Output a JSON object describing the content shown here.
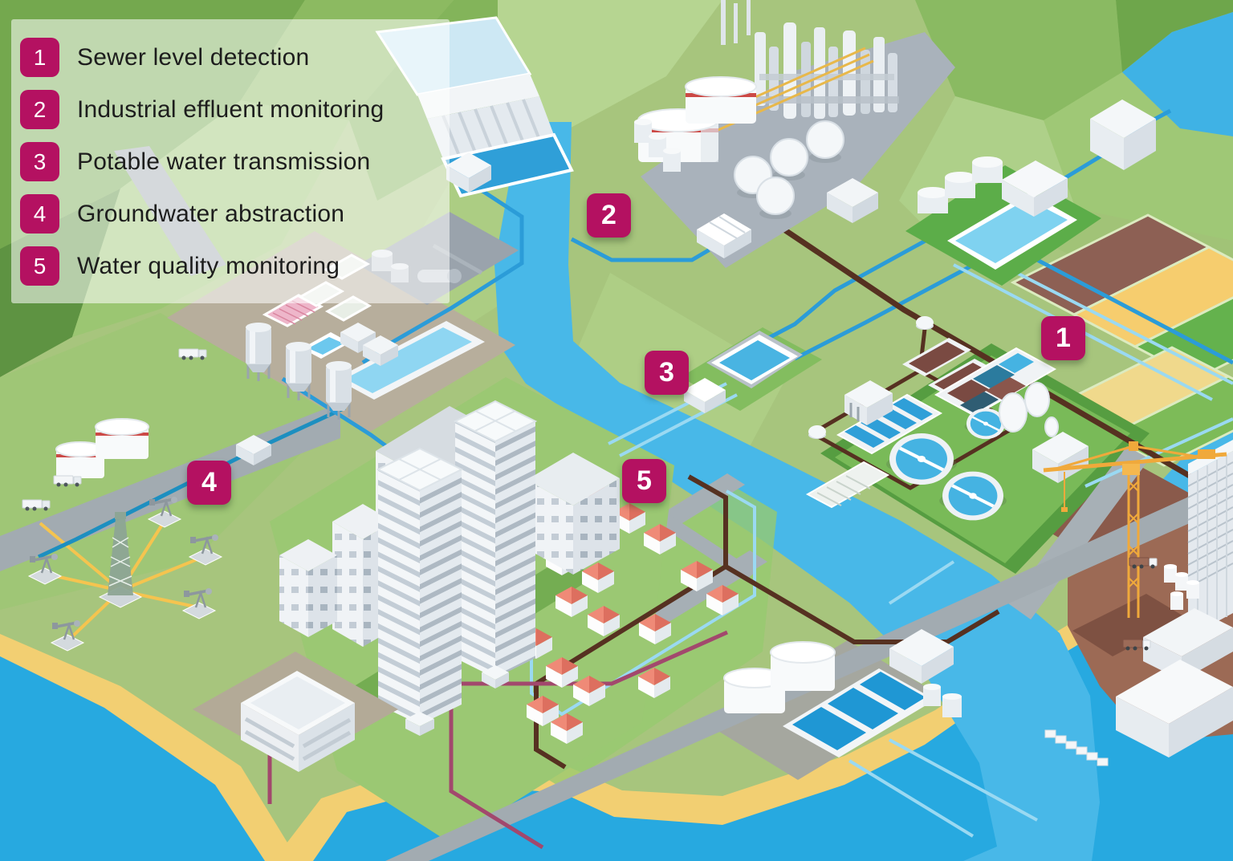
{
  "legend": {
    "items": [
      {
        "number": "1",
        "label": "Sewer level detection"
      },
      {
        "number": "2",
        "label": "Industrial effluent monitoring"
      },
      {
        "number": "3",
        "label": "Potable water transmission"
      },
      {
        "number": "4",
        "label": "Groundwater abstraction"
      },
      {
        "number": "5",
        "label": "Water quality monitoring"
      }
    ]
  },
  "markers": [
    {
      "number": "1"
    },
    {
      "number": "2"
    },
    {
      "number": "3"
    },
    {
      "number": "4"
    },
    {
      "number": "5"
    }
  ],
  "palette": {
    "accent_magenta": "#b41161",
    "legend_text": "#1d1d1d",
    "terrain_green": "#a7c57d",
    "water_blue": "#27a9e0",
    "river_blue": "#48b8e8",
    "sand_yellow": "#f2cf72",
    "pipe_brown": "#563121",
    "pipe_blue": "#2b9cd8",
    "pipe_yellow": "#f5c44f",
    "pipe_maroon": "#a2486d",
    "roof_red": "#ef8a77"
  }
}
